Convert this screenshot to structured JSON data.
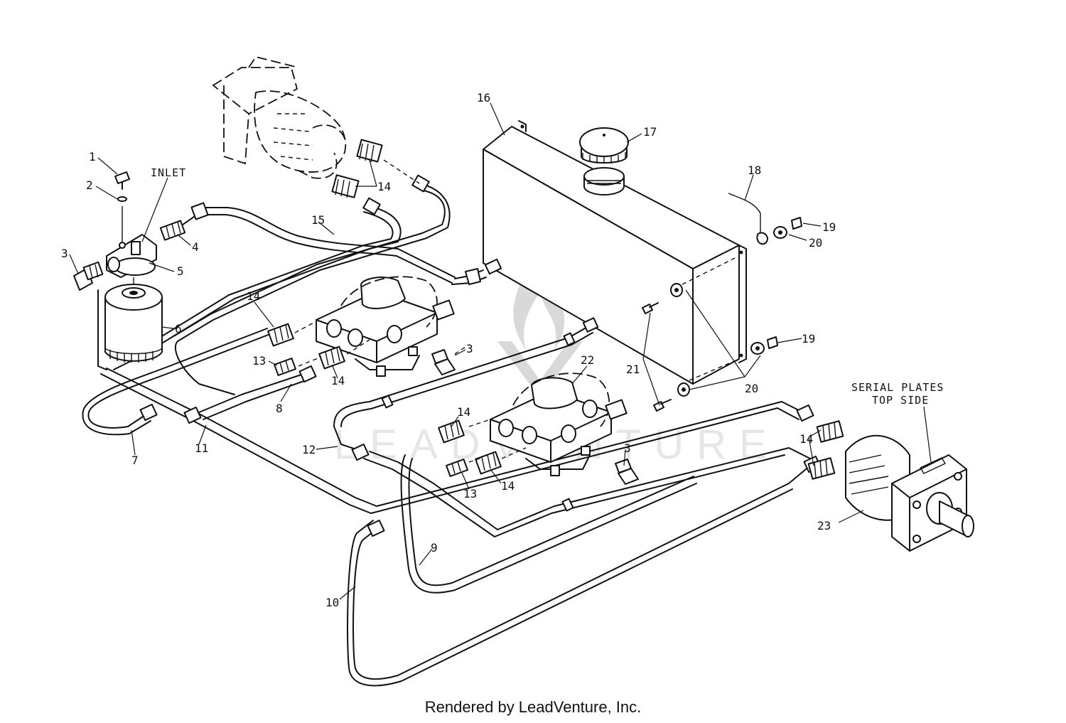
{
  "diagram": {
    "callouts": [
      {
        "id": "c1",
        "text": "1"
      },
      {
        "id": "c2",
        "text": "2"
      },
      {
        "id": "c3a",
        "text": "3"
      },
      {
        "id": "c3b",
        "text": "3"
      },
      {
        "id": "c3c",
        "text": "3"
      },
      {
        "id": "c4",
        "text": "4"
      },
      {
        "id": "c5",
        "text": "5"
      },
      {
        "id": "c6",
        "text": "6"
      },
      {
        "id": "c7",
        "text": "7"
      },
      {
        "id": "c8",
        "text": "8"
      },
      {
        "id": "c9",
        "text": "9"
      },
      {
        "id": "c10",
        "text": "10"
      },
      {
        "id": "c11",
        "text": "11"
      },
      {
        "id": "c12",
        "text": "12"
      },
      {
        "id": "c13a",
        "text": "13"
      },
      {
        "id": "c13b",
        "text": "13"
      },
      {
        "id": "c14a",
        "text": "14"
      },
      {
        "id": "c14b",
        "text": "14"
      },
      {
        "id": "c14c",
        "text": "14"
      },
      {
        "id": "c14d",
        "text": "14"
      },
      {
        "id": "c14e",
        "text": "14"
      },
      {
        "id": "c14f",
        "text": "14"
      },
      {
        "id": "c15",
        "text": "15"
      },
      {
        "id": "c16",
        "text": "16"
      },
      {
        "id": "c17",
        "text": "17"
      },
      {
        "id": "c18",
        "text": "18"
      },
      {
        "id": "c19a",
        "text": "19"
      },
      {
        "id": "c19b",
        "text": "19"
      },
      {
        "id": "c20a",
        "text": "20"
      },
      {
        "id": "c20b",
        "text": "20"
      },
      {
        "id": "c21",
        "text": "21"
      },
      {
        "id": "c22",
        "text": "22"
      },
      {
        "id": "c23",
        "text": "23"
      }
    ],
    "inlet_label": "INLET",
    "serial_note_line1": "SERIAL PLATES",
    "serial_note_line2": "TOP SIDE",
    "watermark": "LEADVENTURE"
  },
  "footer": {
    "credit": "Rendered by LeadVenture, Inc."
  }
}
